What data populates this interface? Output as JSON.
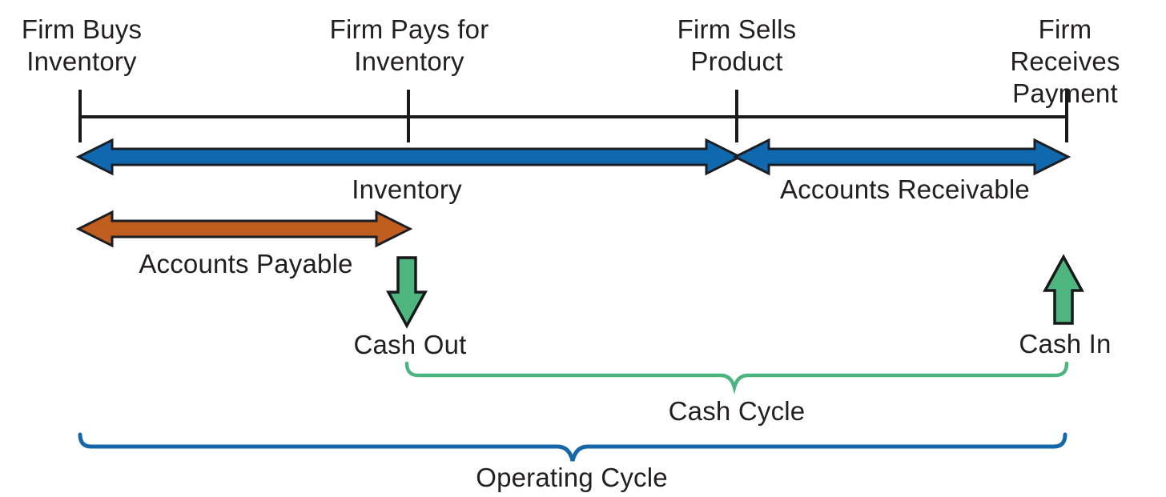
{
  "diagram": {
    "type": "timeline-diagram",
    "background": "#ffffff",
    "colors": {
      "text": "#231f20",
      "timeline": "#1a1a1a",
      "blue_arrow": "#1068ae",
      "orange_arrow": "#c05e20",
      "green_arrow": "#4fb57e",
      "cash_cycle_brace": "#4cb47e",
      "operating_cycle_brace": "#1667a8"
    },
    "events": [
      {
        "label": "Firm Buys\nInventory"
      },
      {
        "label": "Firm Pays for\nInventory"
      },
      {
        "label": "Firm Sells\nProduct"
      },
      {
        "label": "Firm Receives\nPayment"
      }
    ],
    "period_arrows": [
      {
        "label": "Inventory",
        "from_event": 0,
        "to_event": 2,
        "color_key": "blue_arrow"
      },
      {
        "label": "Accounts Receivable",
        "from_event": 2,
        "to_event": 3,
        "color_key": "blue_arrow"
      },
      {
        "label": "Accounts Payable",
        "from_event": 0,
        "to_event": 1,
        "color_key": "orange_arrow"
      }
    ],
    "cash_flows": [
      {
        "label": "Cash Out",
        "direction": "down",
        "at_event": 1
      },
      {
        "label": "Cash In",
        "direction": "up",
        "at_event": 3
      }
    ],
    "cycle_braces": [
      {
        "label": "Cash Cycle",
        "from_event": 1,
        "to_event": 3,
        "color_key": "cash_cycle_brace"
      },
      {
        "label": "Operating Cycle",
        "from_event": 0,
        "to_event": 3,
        "color_key": "operating_cycle_brace"
      }
    ]
  }
}
